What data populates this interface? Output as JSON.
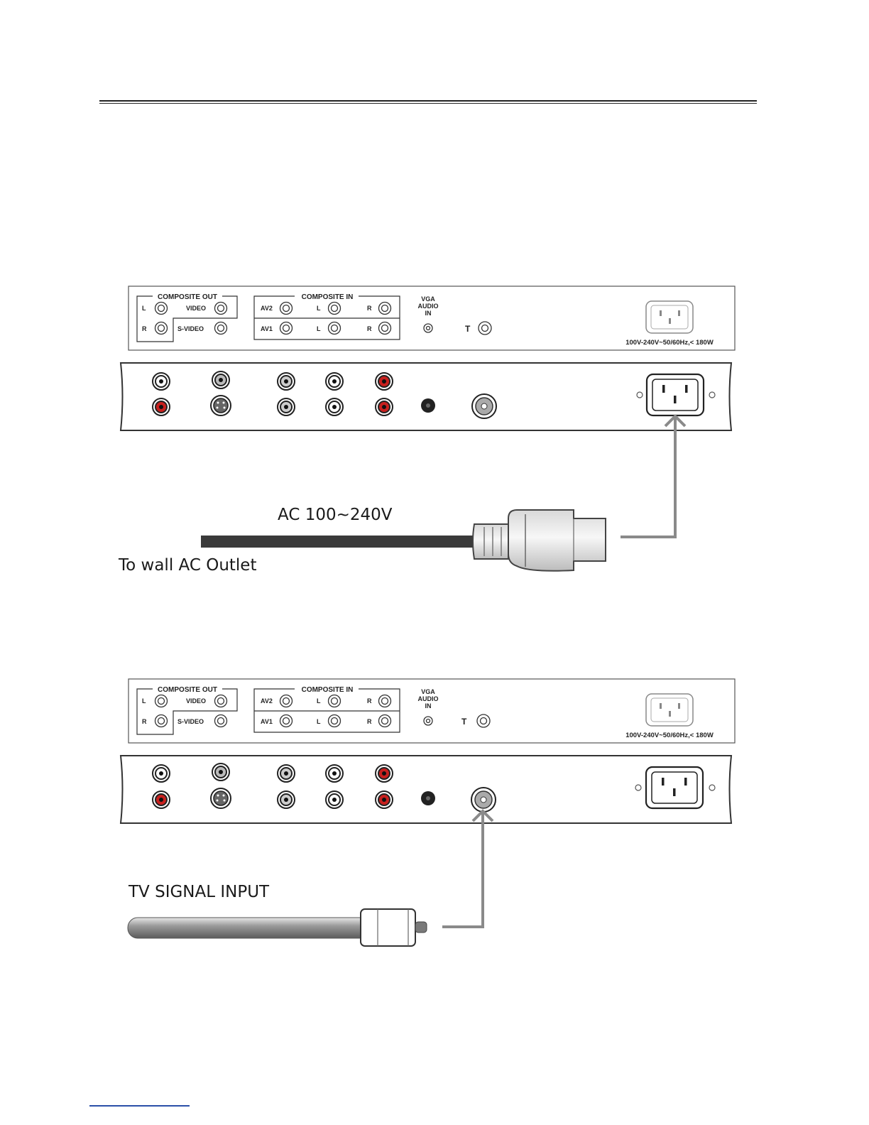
{
  "panel_labels": {
    "composite_out": "COMPOSITE OUT",
    "composite_in": "COMPOSITE IN",
    "L": "L",
    "R": "R",
    "video": "VIDEO",
    "s_video": "S-VIDEO",
    "av2": "AV2",
    "av1": "AV1",
    "vga": "VGA",
    "audio": "AUDIO",
    "in": "IN",
    "antenna_symbol": "T",
    "power_rating": "100V-240V~50/60Hz,< 180W"
  },
  "diagram1": {
    "voltage_label": "AC 100~240V",
    "outlet_label": "To wall AC Outlet"
  },
  "diagram2": {
    "signal_label": "TV SIGNAL INPUT"
  },
  "colors": {
    "jack_red": "#c8201e",
    "cable_dark": "#3a3a3a",
    "arrow_gray": "#8a8a8a",
    "footer_link": "#2a4fa8"
  }
}
